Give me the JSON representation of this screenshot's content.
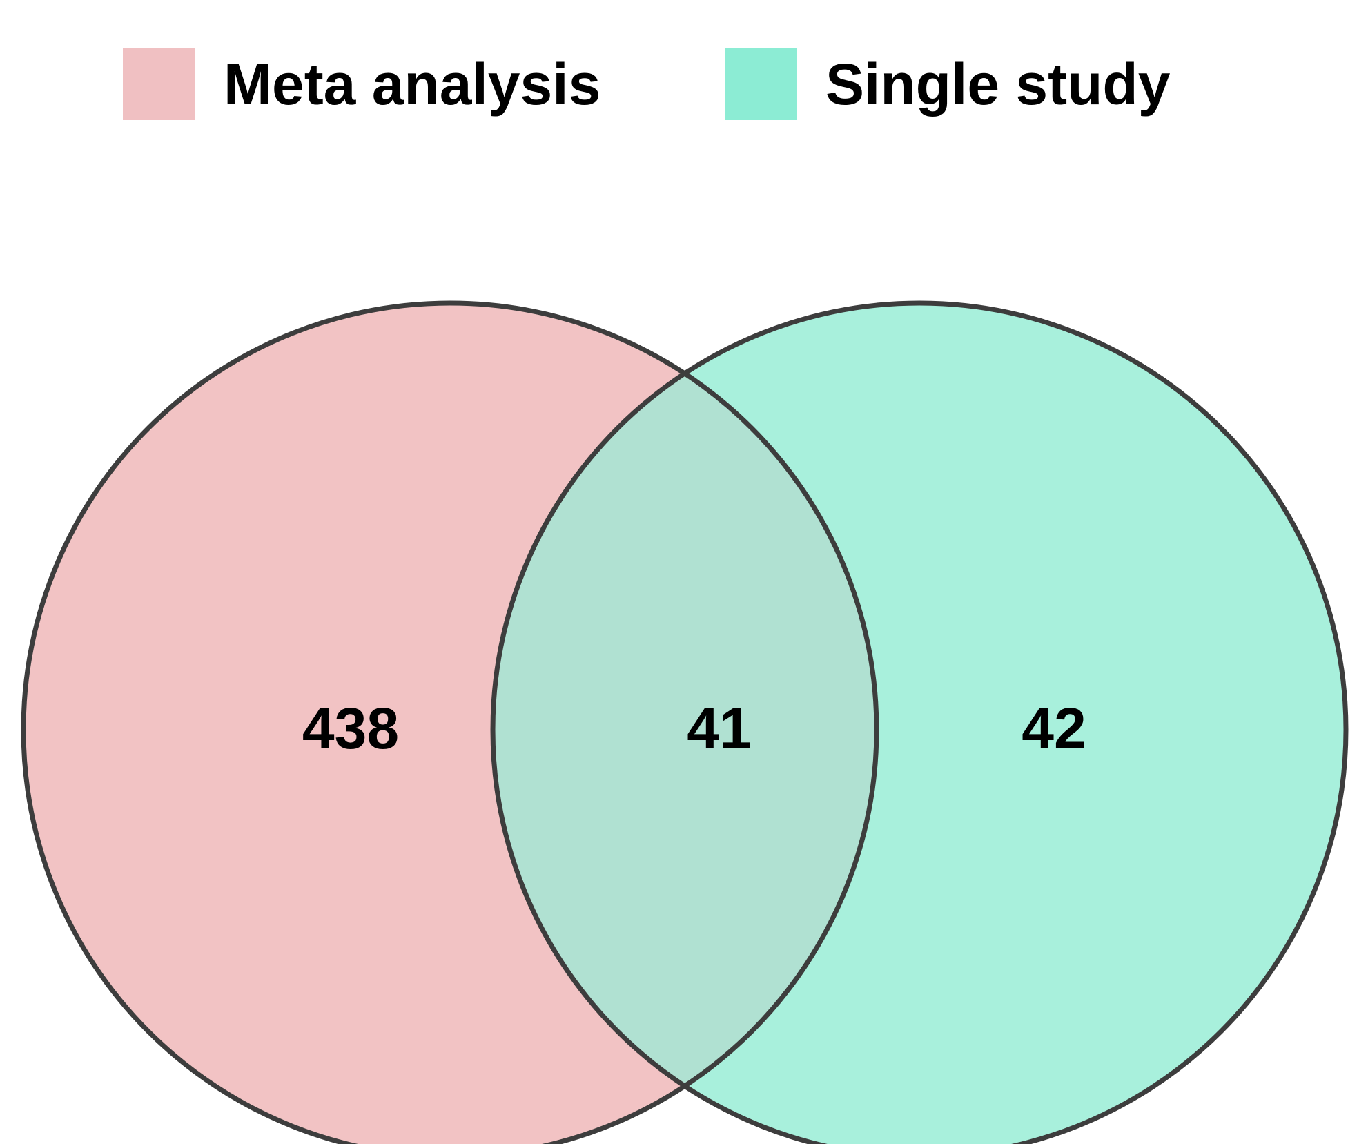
{
  "legend": [
    {
      "label": "Meta analysis",
      "color": "#f0c0c2"
    },
    {
      "label": "Single study",
      "color": "#8cecd4"
    }
  ],
  "venn": {
    "sets": [
      {
        "name": "Meta analysis",
        "fill": "#f2c3c4"
      },
      {
        "name": "Single study",
        "fill": "#a8f0dc"
      }
    ],
    "overlap_fill": "#b0e1d2",
    "outline_color": "#3d3d3d",
    "counts": {
      "left_only": "438",
      "both": "41",
      "right_only": "42"
    }
  }
}
